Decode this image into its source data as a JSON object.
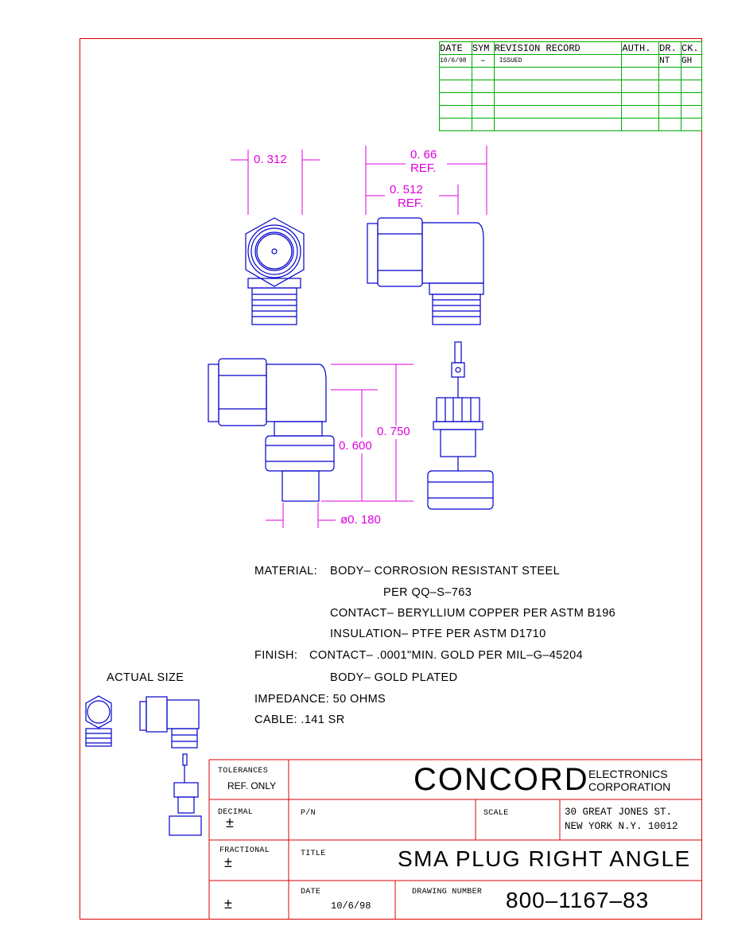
{
  "revision_record": {
    "headers": [
      "DATE",
      "SYM",
      "REVISION RECORD",
      "AUTH.",
      "DR.",
      "CK."
    ],
    "rows": [
      [
        "10/6/98",
        "–",
        "ISSUED",
        "",
        "NT",
        "GH"
      ]
    ]
  },
  "dimensions": {
    "hex_width": "0. 312",
    "overall_ref": "0. 66",
    "overall_ref_note": "REF.",
    "body_ref": "0. 512",
    "body_ref_note": "REF.",
    "height_overall": "0. 750",
    "height_body": "0. 600",
    "diameter": "ø0. 180"
  },
  "notes": {
    "material_label": "MATERIAL:",
    "material_body": "BODY– CORROSION RESISTANT STEEL",
    "material_body_spec": "PER QQ–S–763",
    "material_contact": "CONTACT– BERYLLIUM COPPER PER ASTM B196",
    "material_insulation": "INSULATION– PTFE PER ASTM D1710",
    "finish_label": "FINISH:",
    "finish_contact": "CONTACT– .0001\"MIN. GOLD PER MIL–G–45204",
    "finish_body": "BODY– GOLD PLATED",
    "impedance": "IMPEDANCE: 50 OHMS",
    "cable": "CABLE: .141 SR"
  },
  "actual_size_label": "ACTUAL SIZE",
  "title_block": {
    "tolerances_label": "TOLERANCES",
    "tolerances_value": "REF. ONLY",
    "company_name": "CONCORD",
    "company_sub1": "ELECTRONICS",
    "company_sub2": "CORPORATION",
    "decimal_label": "DECIMAL",
    "pn_label": "P/N",
    "scale_label": "SCALE",
    "address1": "30 GREAT JONES ST.",
    "address2": "NEW YORK N.Y. 10012",
    "fractional_label": "FRACTIONAL",
    "title_label": "TITLE",
    "title_value": "SMA PLUG RIGHT ANGLE",
    "date_label": "DATE",
    "date_value": "10/6/98",
    "drawing_number_label": "DRAWING NUMBER",
    "drawing_number": "800–1167–83",
    "plus_minus": "±"
  },
  "colors": {
    "border": "#dd0000",
    "revision_grid": "#00aa00",
    "part_outline": "#0000cc",
    "dimension": "#e000e0"
  }
}
